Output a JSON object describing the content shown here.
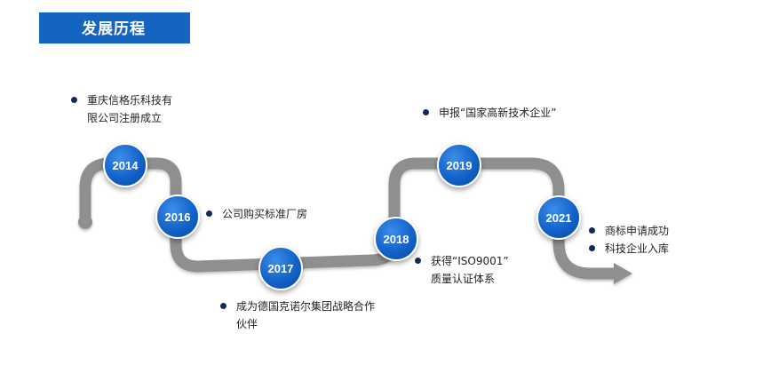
{
  "title": "发展历程",
  "colors": {
    "accent": "#1565c0",
    "node": "#1262c9",
    "path": "#8f8f8f",
    "bullet": "#102a5c"
  },
  "milestones": [
    {
      "year": "2014",
      "events": [
        {
          "lines": [
            "重庆信格乐科技有",
            "限公司注册成立"
          ]
        }
      ]
    },
    {
      "year": "2016",
      "events": [
        {
          "lines": [
            "公司购买标准厂房"
          ]
        }
      ]
    },
    {
      "year": "2017",
      "events": [
        {
          "lines": [
            "成为德国克诺尔集团战略合作",
            "伙伴"
          ]
        }
      ]
    },
    {
      "year": "2018",
      "events": [
        {
          "lines": [
            "获得“ISO9001”",
            "质量认证体系"
          ]
        }
      ]
    },
    {
      "year": "2019",
      "events": [
        {
          "lines": [
            "申报“国家高新技术企业”"
          ]
        }
      ]
    },
    {
      "year": "2021",
      "events": [
        {
          "lines": [
            "商标申请成功"
          ]
        },
        {
          "lines": [
            "科技企业入库"
          ]
        }
      ]
    }
  ]
}
